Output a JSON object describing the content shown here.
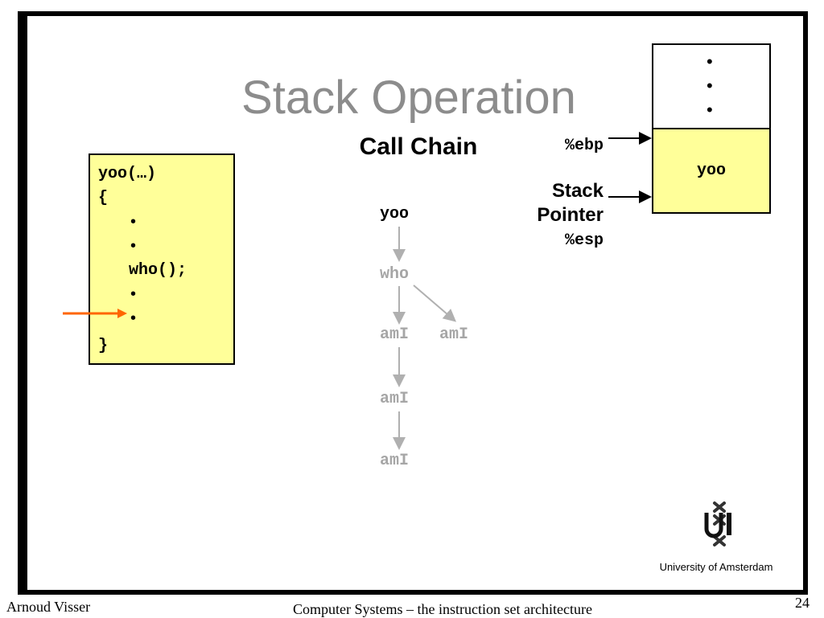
{
  "slide": {
    "title": "Stack Operation",
    "call_chain_heading": "Call Chain"
  },
  "code": {
    "lines": [
      "yoo(…)",
      "{",
      "•",
      "•",
      "who();",
      "•",
      "•",
      "}"
    ],
    "pointer_arrow_color": "#ff6600"
  },
  "call_chain": {
    "nodes": [
      "yoo",
      "who",
      "amI",
      "amI",
      "amI",
      "amI"
    ],
    "active_color": "#000000",
    "inactive_color": "#a6a6a6"
  },
  "stack": {
    "ellipsis": [
      "•",
      "•",
      "•"
    ],
    "frame_label": "yoo",
    "ebp_label": "%ebp",
    "sp_label_line1": "Stack",
    "sp_label_line2": "Pointer",
    "esp_label": "%esp",
    "frame_color": "#ffff99"
  },
  "logo": {
    "icon": "university-of-amsterdam-logo",
    "name": "University  of Amsterdam"
  },
  "footer": {
    "author": "Arnoud Visser",
    "course": "Computer Systems – the instruction set architecture",
    "page_number": "24"
  }
}
